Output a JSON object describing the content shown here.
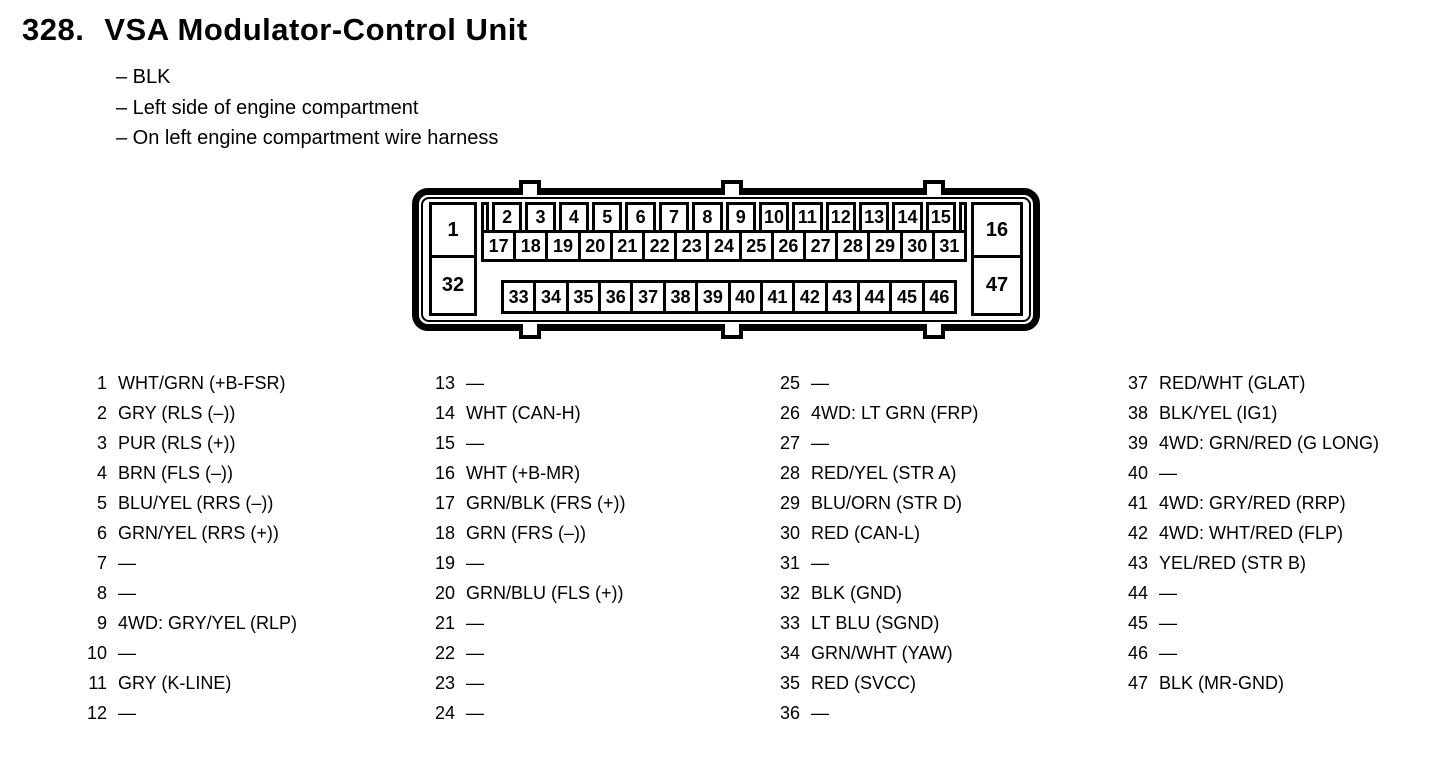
{
  "header": {
    "section_number": "328.",
    "title": "VSA Modulator-Control Unit"
  },
  "notes": [
    "– BLK",
    "– Left side of engine compartment",
    "– On left engine compartment wire harness"
  ],
  "connector": {
    "corner_pins": {
      "top_left": "1",
      "bottom_left": "32",
      "top_right": "16",
      "bottom_right": "47"
    },
    "row_top": [
      "2",
      "3",
      "4",
      "5",
      "6",
      "7",
      "8",
      "9",
      "10",
      "11",
      "12",
      "13",
      "14",
      "15"
    ],
    "row_middle": [
      "17",
      "18",
      "19",
      "20",
      "21",
      "22",
      "23",
      "24",
      "25",
      "26",
      "27",
      "28",
      "29",
      "30",
      "31"
    ],
    "row_bottom": [
      "33",
      "34",
      "35",
      "36",
      "37",
      "38",
      "39",
      "40",
      "41",
      "42",
      "43",
      "44",
      "45",
      "46"
    ]
  },
  "pin_list": {
    "columns": [
      {
        "pins": [
          {
            "num": "1",
            "label": "WHT/GRN (+B-FSR)"
          },
          {
            "num": "2",
            "label": "GRY (RLS (–))"
          },
          {
            "num": "3",
            "label": "PUR (RLS (+))"
          },
          {
            "num": "4",
            "label": "BRN (FLS (–))"
          },
          {
            "num": "5",
            "label": "BLU/YEL (RRS (–))"
          },
          {
            "num": "6",
            "label": "GRN/YEL (RRS (+))"
          },
          {
            "num": "7",
            "label": "—"
          },
          {
            "num": "8",
            "label": "—"
          },
          {
            "num": "9",
            "label": "4WD: GRY/YEL (RLP)"
          },
          {
            "num": "10",
            "label": "—"
          },
          {
            "num": "11",
            "label": "GRY (K-LINE)"
          },
          {
            "num": "12",
            "label": "—"
          }
        ]
      },
      {
        "pins": [
          {
            "num": "13",
            "label": "—"
          },
          {
            "num": "14",
            "label": "WHT (CAN-H)"
          },
          {
            "num": "15",
            "label": "—"
          },
          {
            "num": "16",
            "label": "WHT (+B-MR)"
          },
          {
            "num": "17",
            "label": "GRN/BLK (FRS (+))"
          },
          {
            "num": "18",
            "label": "GRN (FRS (–))"
          },
          {
            "num": "19",
            "label": "—"
          },
          {
            "num": "20",
            "label": "GRN/BLU (FLS (+))"
          },
          {
            "num": "21",
            "label": "—"
          },
          {
            "num": "22",
            "label": "—"
          },
          {
            "num": "23",
            "label": "—"
          },
          {
            "num": "24",
            "label": "—"
          }
        ]
      },
      {
        "pins": [
          {
            "num": "25",
            "label": "—"
          },
          {
            "num": "26",
            "label": "4WD: LT GRN (FRP)"
          },
          {
            "num": "27",
            "label": "—"
          },
          {
            "num": "28",
            "label": "RED/YEL (STR A)"
          },
          {
            "num": "29",
            "label": "BLU/ORN (STR D)"
          },
          {
            "num": "30",
            "label": "RED (CAN-L)"
          },
          {
            "num": "31",
            "label": "—"
          },
          {
            "num": "32",
            "label": "BLK (GND)"
          },
          {
            "num": "33",
            "label": "LT BLU (SGND)"
          },
          {
            "num": "34",
            "label": "GRN/WHT (YAW)"
          },
          {
            "num": "35",
            "label": "RED (SVCC)"
          },
          {
            "num": "36",
            "label": "—"
          }
        ]
      },
      {
        "pins": [
          {
            "num": "37",
            "label": "RED/WHT (GLAT)"
          },
          {
            "num": "38",
            "label": "BLK/YEL (IG1)"
          },
          {
            "num": "39",
            "label": "4WD: GRN/RED (G LONG)"
          },
          {
            "num": "40",
            "label": "—"
          },
          {
            "num": "41",
            "label": "4WD: GRY/RED (RRP)"
          },
          {
            "num": "42",
            "label": "4WD: WHT/RED (FLP)"
          },
          {
            "num": "43",
            "label": "YEL/RED (STR B)"
          },
          {
            "num": "44",
            "label": "—"
          },
          {
            "num": "45",
            "label": "—"
          },
          {
            "num": "46",
            "label": "—"
          },
          {
            "num": "47",
            "label": "BLK (MR-GND)"
          }
        ]
      }
    ]
  }
}
